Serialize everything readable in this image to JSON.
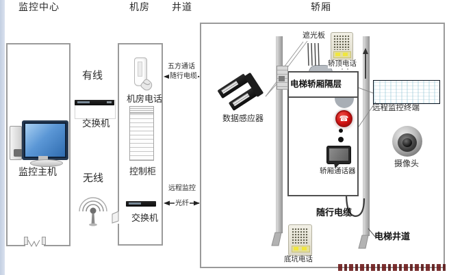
{
  "headers": {
    "monitoring_center": "监控中心",
    "machine_room": "机房",
    "hoistway": "井道",
    "car": "轿厢"
  },
  "monitoring_center": {
    "host": "监控主机"
  },
  "link_labels": {
    "wired": "有线",
    "switch_a": "交换机",
    "wireless": "无线"
  },
  "machine_room": {
    "phone": "机房电话",
    "cabinet": "控制柜",
    "switch_b": "交换机"
  },
  "hoistway_links": {
    "five_party": "五方通话",
    "trailing_cable": "随行电缆",
    "remote_monitoring": "远程监控",
    "fiber": "光纤"
  },
  "car_region": {
    "shade_plate": "遮光板",
    "car_top_phone": "轿顶电话",
    "car_partition": "电梯轿厢隔层",
    "data_sensor": "数据感应器",
    "remote_terminal": "远程监控终端",
    "car_intercom": "轿厢通话器",
    "camera": "摄像头",
    "trailing_cable_bold": "随行电缆",
    "shaft": "电梯井道",
    "pit_phone": "底坑电话"
  },
  "icons": {
    "phone_button": "☎"
  },
  "colors": {
    "accent_red": "#cf1212",
    "screen_blue": "#5b97d6",
    "board_navy": "#16283e",
    "border_grey": "#9a9a9a",
    "edge_strip_blue": "#c9d4e6"
  }
}
